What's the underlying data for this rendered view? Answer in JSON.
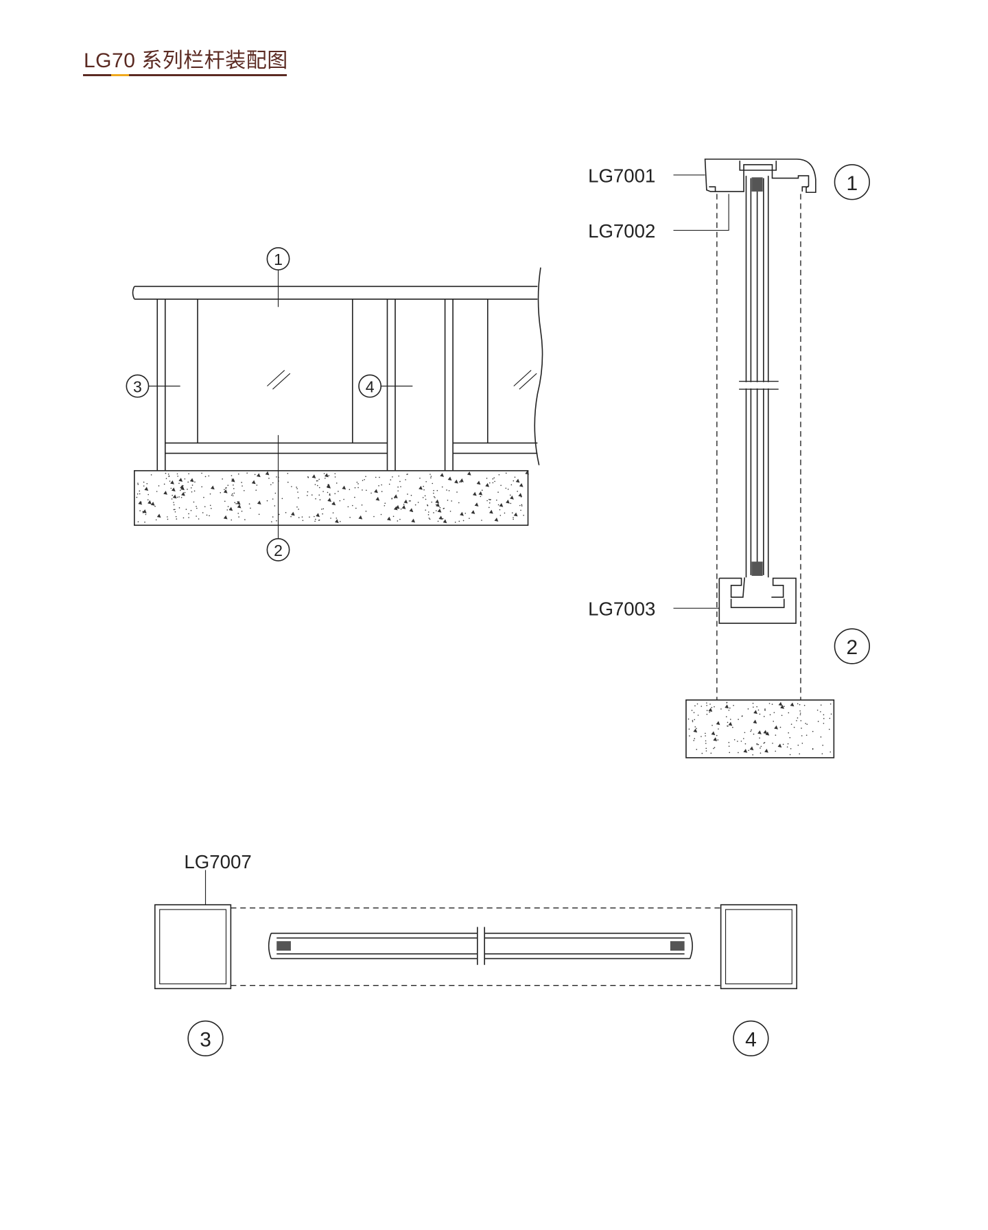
{
  "title": "LG70 系列栏杆装配图",
  "colors": {
    "title": "#5b2a22",
    "accent": "#f0a81c",
    "line": "#222222"
  },
  "elevation": {
    "callouts": [
      "1",
      "2",
      "3",
      "4"
    ]
  },
  "section": {
    "labels": [
      "LG7001",
      "LG7002",
      "LG7003"
    ],
    "callouts": [
      "1",
      "2"
    ]
  },
  "plan": {
    "label": "LG7007",
    "callouts": [
      "3",
      "4"
    ]
  }
}
